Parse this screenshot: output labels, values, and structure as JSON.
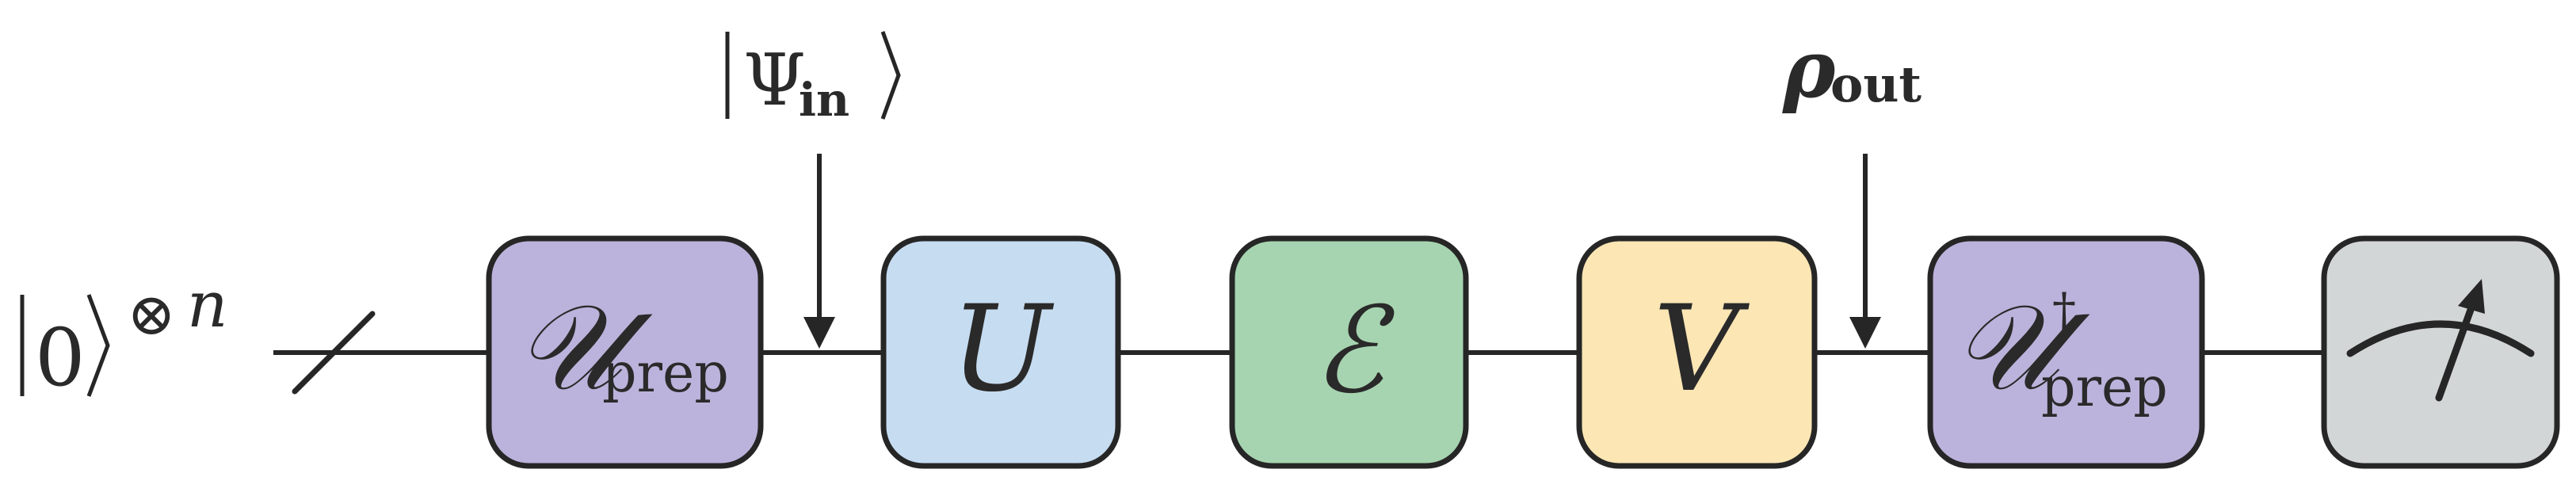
{
  "input_state": {
    "ket_content": "0",
    "superscript_symbol": "⊗",
    "superscript_var": "n"
  },
  "annotations": {
    "psi_in": {
      "symbol": "Ψ",
      "subscript": "in"
    },
    "rho_out": {
      "symbol": "ρ",
      "subscript": "out"
    }
  },
  "gates": [
    {
      "id": "u-prep",
      "symbol": "𝒰",
      "subscript": "prep",
      "superscript": "",
      "color": "#bcb3dc"
    },
    {
      "id": "u",
      "symbol": "U",
      "subscript": "",
      "superscript": "",
      "color": "#c6dcf1"
    },
    {
      "id": "channel",
      "symbol": "ℰ",
      "subscript": "",
      "superscript": "",
      "color": "#a6d4b0"
    },
    {
      "id": "v",
      "symbol": "V",
      "subscript": "",
      "superscript": "",
      "color": "#fbe6b4"
    },
    {
      "id": "u-prep-dagger",
      "symbol": "𝒰",
      "subscript": "prep",
      "superscript": "†",
      "color": "#bcb3dc"
    },
    {
      "id": "measurement",
      "symbol": "",
      "subscript": "",
      "superscript": "",
      "icon": "meter-icon",
      "color": "#d3d6d7"
    }
  ],
  "colors": {
    "stroke": "#262626",
    "text": "#2a2a2a"
  }
}
